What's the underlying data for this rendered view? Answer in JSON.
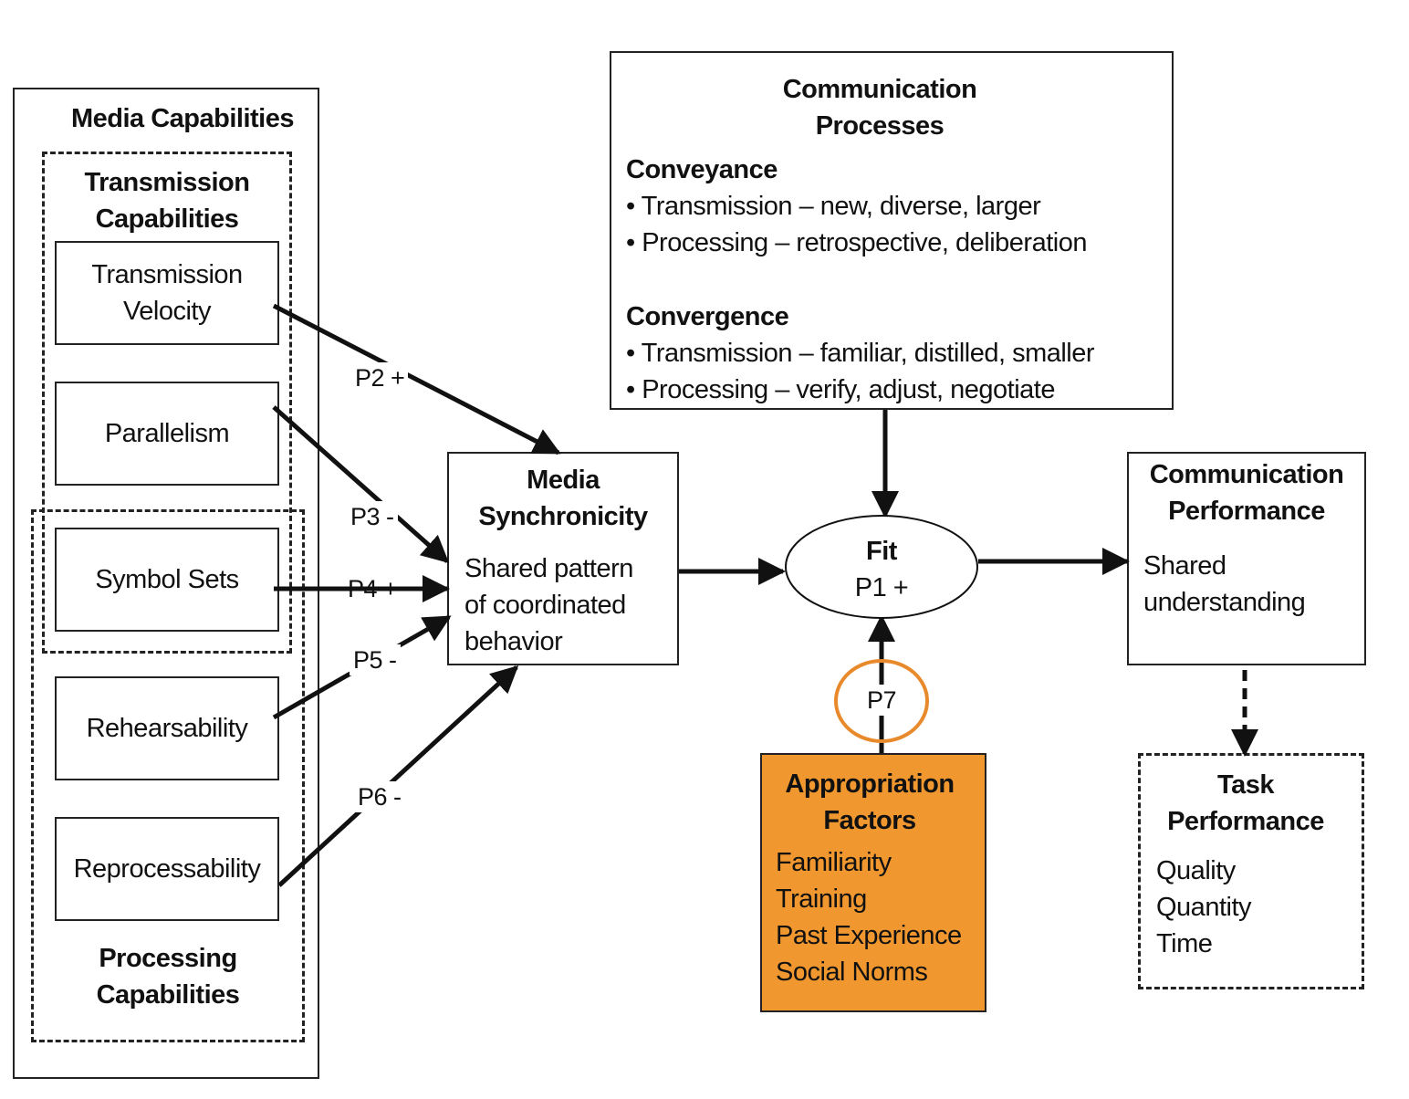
{
  "media_capabilities": {
    "title": "Media Capabilities",
    "transmission_group": {
      "title_line1": "Transmission",
      "title_line2": "Capabilities"
    },
    "processing_group": {
      "title_line1": "Processing",
      "title_line2": "Capabilities"
    },
    "items": [
      {
        "line1": "Transmission",
        "line2": "Velocity"
      },
      {
        "line1": "Parallelism",
        "line2": ""
      },
      {
        "line1": "Symbol Sets",
        "line2": ""
      },
      {
        "line1": "Rehearsability",
        "line2": ""
      },
      {
        "line1": "Reprocessability",
        "line2": ""
      }
    ]
  },
  "propositions": {
    "p2": "P2 +",
    "p3": "P3 -",
    "p4": "P4 +",
    "p5": "P5 -",
    "p6": "P6 -",
    "p7": "P7"
  },
  "media_synchronicity": {
    "title_line1": "Media",
    "title_line2": "Synchronicity",
    "line1": "Shared pattern",
    "line2": "of coordinated",
    "line3": "behavior"
  },
  "communication_processes": {
    "title_line1": "Communication",
    "title_line2": "Processes",
    "conveyance": {
      "heading": "Conveyance",
      "bullet1": "• Transmission – new, diverse, larger",
      "bullet2": "• Processing – retrospective, deliberation"
    },
    "convergence": {
      "heading": "Convergence",
      "bullet1": "• Transmission – familiar, distilled, smaller",
      "bullet2": "• Processing – verify, adjust, negotiate"
    }
  },
  "fit": {
    "line1": "Fit",
    "line2": "P1 +"
  },
  "communication_performance": {
    "title_line1": "Communication",
    "title_line2": "Performance",
    "line1": "Shared",
    "line2": "understanding"
  },
  "appropriation_factors": {
    "title_line1": "Appropriation",
    "title_line2": "Factors",
    "items": [
      "Familiarity",
      "Training",
      "Past Experience",
      "Social Norms"
    ],
    "fill_color": "#f0982f"
  },
  "task_performance": {
    "title_line1": "Task",
    "title_line2": "Performance",
    "items": [
      "Quality",
      "Quantity",
      "Time"
    ]
  },
  "highlight_color": "#e8892b"
}
